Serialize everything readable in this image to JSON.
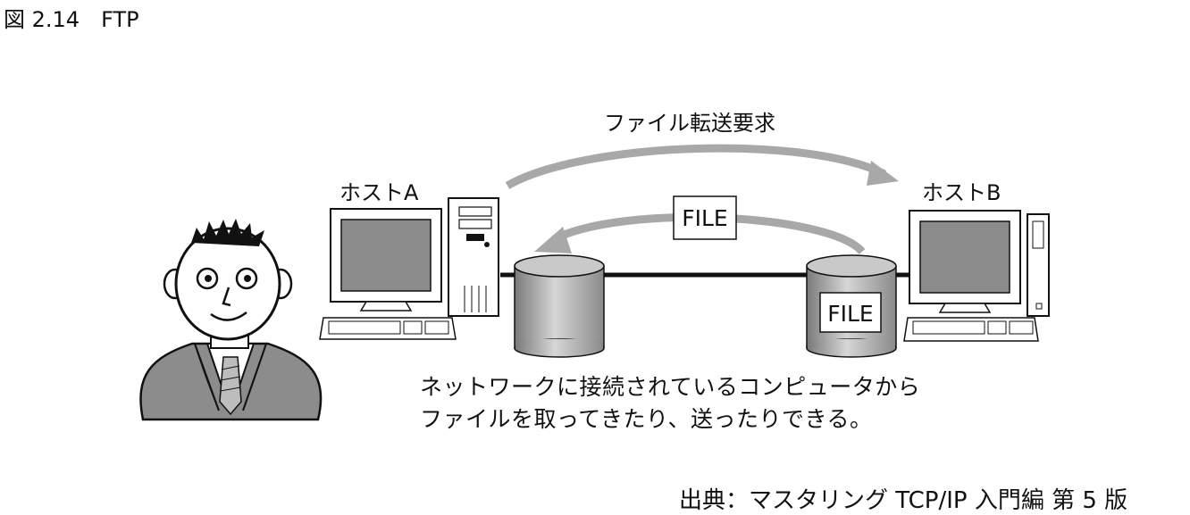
{
  "figure": {
    "title": "図 2.14　FTP"
  },
  "diagram": {
    "request_label": "ファイル転送要求",
    "host_a_label": "ホストA",
    "host_b_label": "ホストB",
    "file_tag_arrow": "FILE",
    "file_tag_db": "FILE",
    "description_line1": "ネットワークに接続されているコンピュータから",
    "description_line2": "ファイルを取ってきたり、送ったりできる。"
  },
  "source": {
    "credit": "出典：マスタリング TCP/IP 入門編 第 5 版"
  }
}
